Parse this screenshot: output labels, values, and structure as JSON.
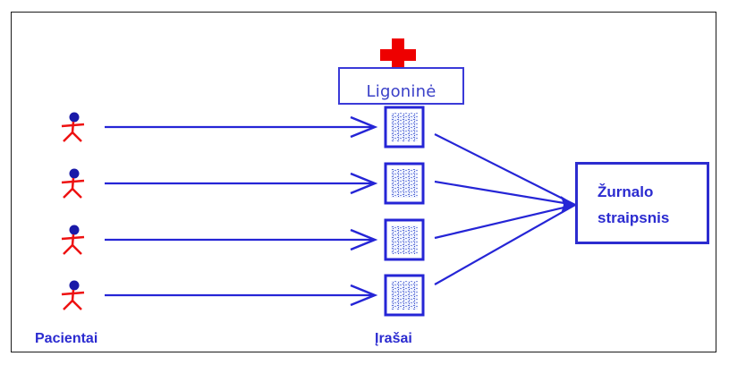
{
  "hospital": {
    "label": "Ligoninė"
  },
  "journal": {
    "label": "Žurnalo\nstraipsnis"
  },
  "captions": {
    "patients": "Pacientai",
    "records": "Įrašai"
  },
  "rows": [
    {
      "patient": "patient-1",
      "record": "record-1"
    },
    {
      "patient": "patient-2",
      "record": "record-2"
    },
    {
      "patient": "patient-3",
      "record": "record-3"
    },
    {
      "patient": "patient-4",
      "record": "record-4"
    }
  ],
  "icons": {
    "patient": "person-icon",
    "record": "document-icon",
    "hospital": "red-cross-icon"
  },
  "colors": {
    "arrow": "#2525d6",
    "person_head": "#1a1aa8",
    "person_body": "#ee1111",
    "cross": "#ee0000",
    "text": "#2b2bd0",
    "hospital_text": "#3a40c8"
  }
}
